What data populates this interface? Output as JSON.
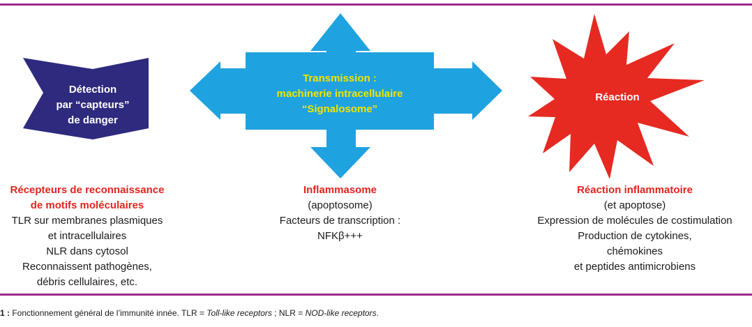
{
  "detection": {
    "label_lines": [
      "Détection",
      "par “capteurs”",
      "de danger"
    ],
    "color": "#2e2a7e",
    "heading_lines": [
      "Récepteurs de reconnaissance",
      "de motifs moléculaires"
    ],
    "body_lines": [
      "TLR sur membranes plasmiques",
      "et intracellulaires",
      "NLR dans cytosol",
      "Reconnaissent pathogènes,",
      "débris cellulaires, etc."
    ]
  },
  "transmission": {
    "label_lines": [
      "Transmission :",
      "machinerie intracellulaire",
      "“Signalosome”"
    ],
    "color": "#1fa2e0",
    "label_color": "#f2e400",
    "heading_lines": [
      "Inflammasome"
    ],
    "body_lines": [
      "(apoptosome)",
      "Facteurs de transcription :",
      "NFKβ+++"
    ]
  },
  "reaction": {
    "label_lines": [
      "Réaction"
    ],
    "color": "#e62a22",
    "heading_lines": [
      "Réaction inflammatoire"
    ],
    "body_lines": [
      "(et apoptose)",
      "Expression de molécules de costimulation",
      "Production de cytokines,",
      "chémokines",
      "et peptides antimicrobiens"
    ]
  },
  "caption": {
    "number": "1 :",
    "text_1": " Fonctionnement général de l’immunité innée. TLR = ",
    "em_1": "Toll-like receptors",
    "text_2": " ; NLR = ",
    "em_2": "NOD-like receptors",
    "text_3": "."
  },
  "colors": {
    "rule": "#9c2a8a",
    "heading": "#e0241f"
  }
}
